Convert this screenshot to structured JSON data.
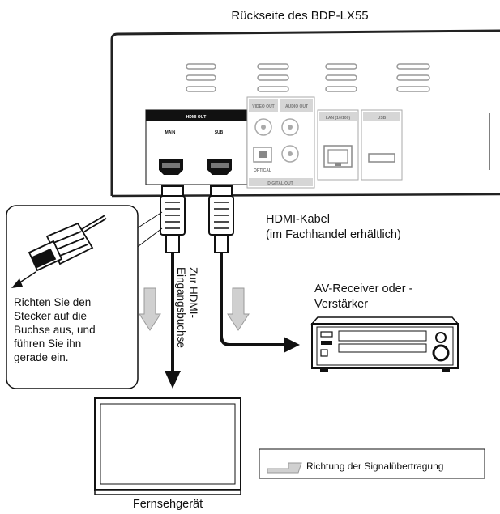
{
  "title": "Rückseite des BDP-LX55",
  "panel": {
    "hdmi_out": "HDMI OUT",
    "main": "MAIN",
    "sub": "SUB",
    "video_out": "VIDEO OUT",
    "audio_out": "AUDIO OUT",
    "optical": "OPTICAL",
    "digital_out": "DIGITAL OUT",
    "lan": "LAN (10/100)",
    "usb": "USB"
  },
  "cable_label": [
    "HDMI-Kabel",
    "(im Fachhandel erhältlich)"
  ],
  "to_hdmi_input": [
    "Zur HDMI-",
    "Eingangsbuchse"
  ],
  "plug_instruction": [
    "Richten Sie den",
    "Stecker auf die",
    "Buchse aus, und",
    "führen Sie ihn",
    "gerade ein."
  ],
  "av_receiver": [
    "AV-Receiver oder -",
    "Verstärker"
  ],
  "tv_label": "Fernsehgerät",
  "legend_label": "Richtung der Signalübertragung"
}
